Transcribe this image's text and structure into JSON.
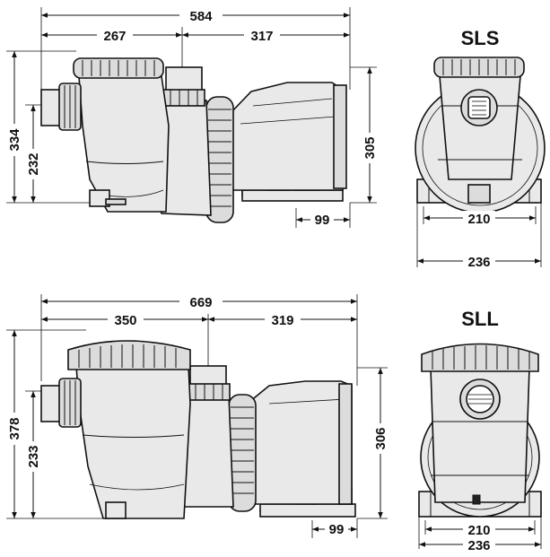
{
  "models": [
    {
      "name": "SLS",
      "side_dimensions": {
        "overall_length": "584",
        "prefilter_length": "267",
        "motor_length": "317",
        "overall_height": "334",
        "inlet_height": "232",
        "outlet_height": "305",
        "foot_offset": "99"
      },
      "front_dimensions": {
        "base_inner": "210",
        "base_outer": "236"
      }
    },
    {
      "name": "SLL",
      "side_dimensions": {
        "overall_length": "669",
        "prefilter_length": "350",
        "motor_length": "319",
        "overall_height": "378",
        "inlet_height": "233",
        "outlet_height": "306",
        "foot_offset": "99"
      },
      "front_dimensions": {
        "base_inner": "210",
        "base_outer": "236"
      }
    }
  ]
}
